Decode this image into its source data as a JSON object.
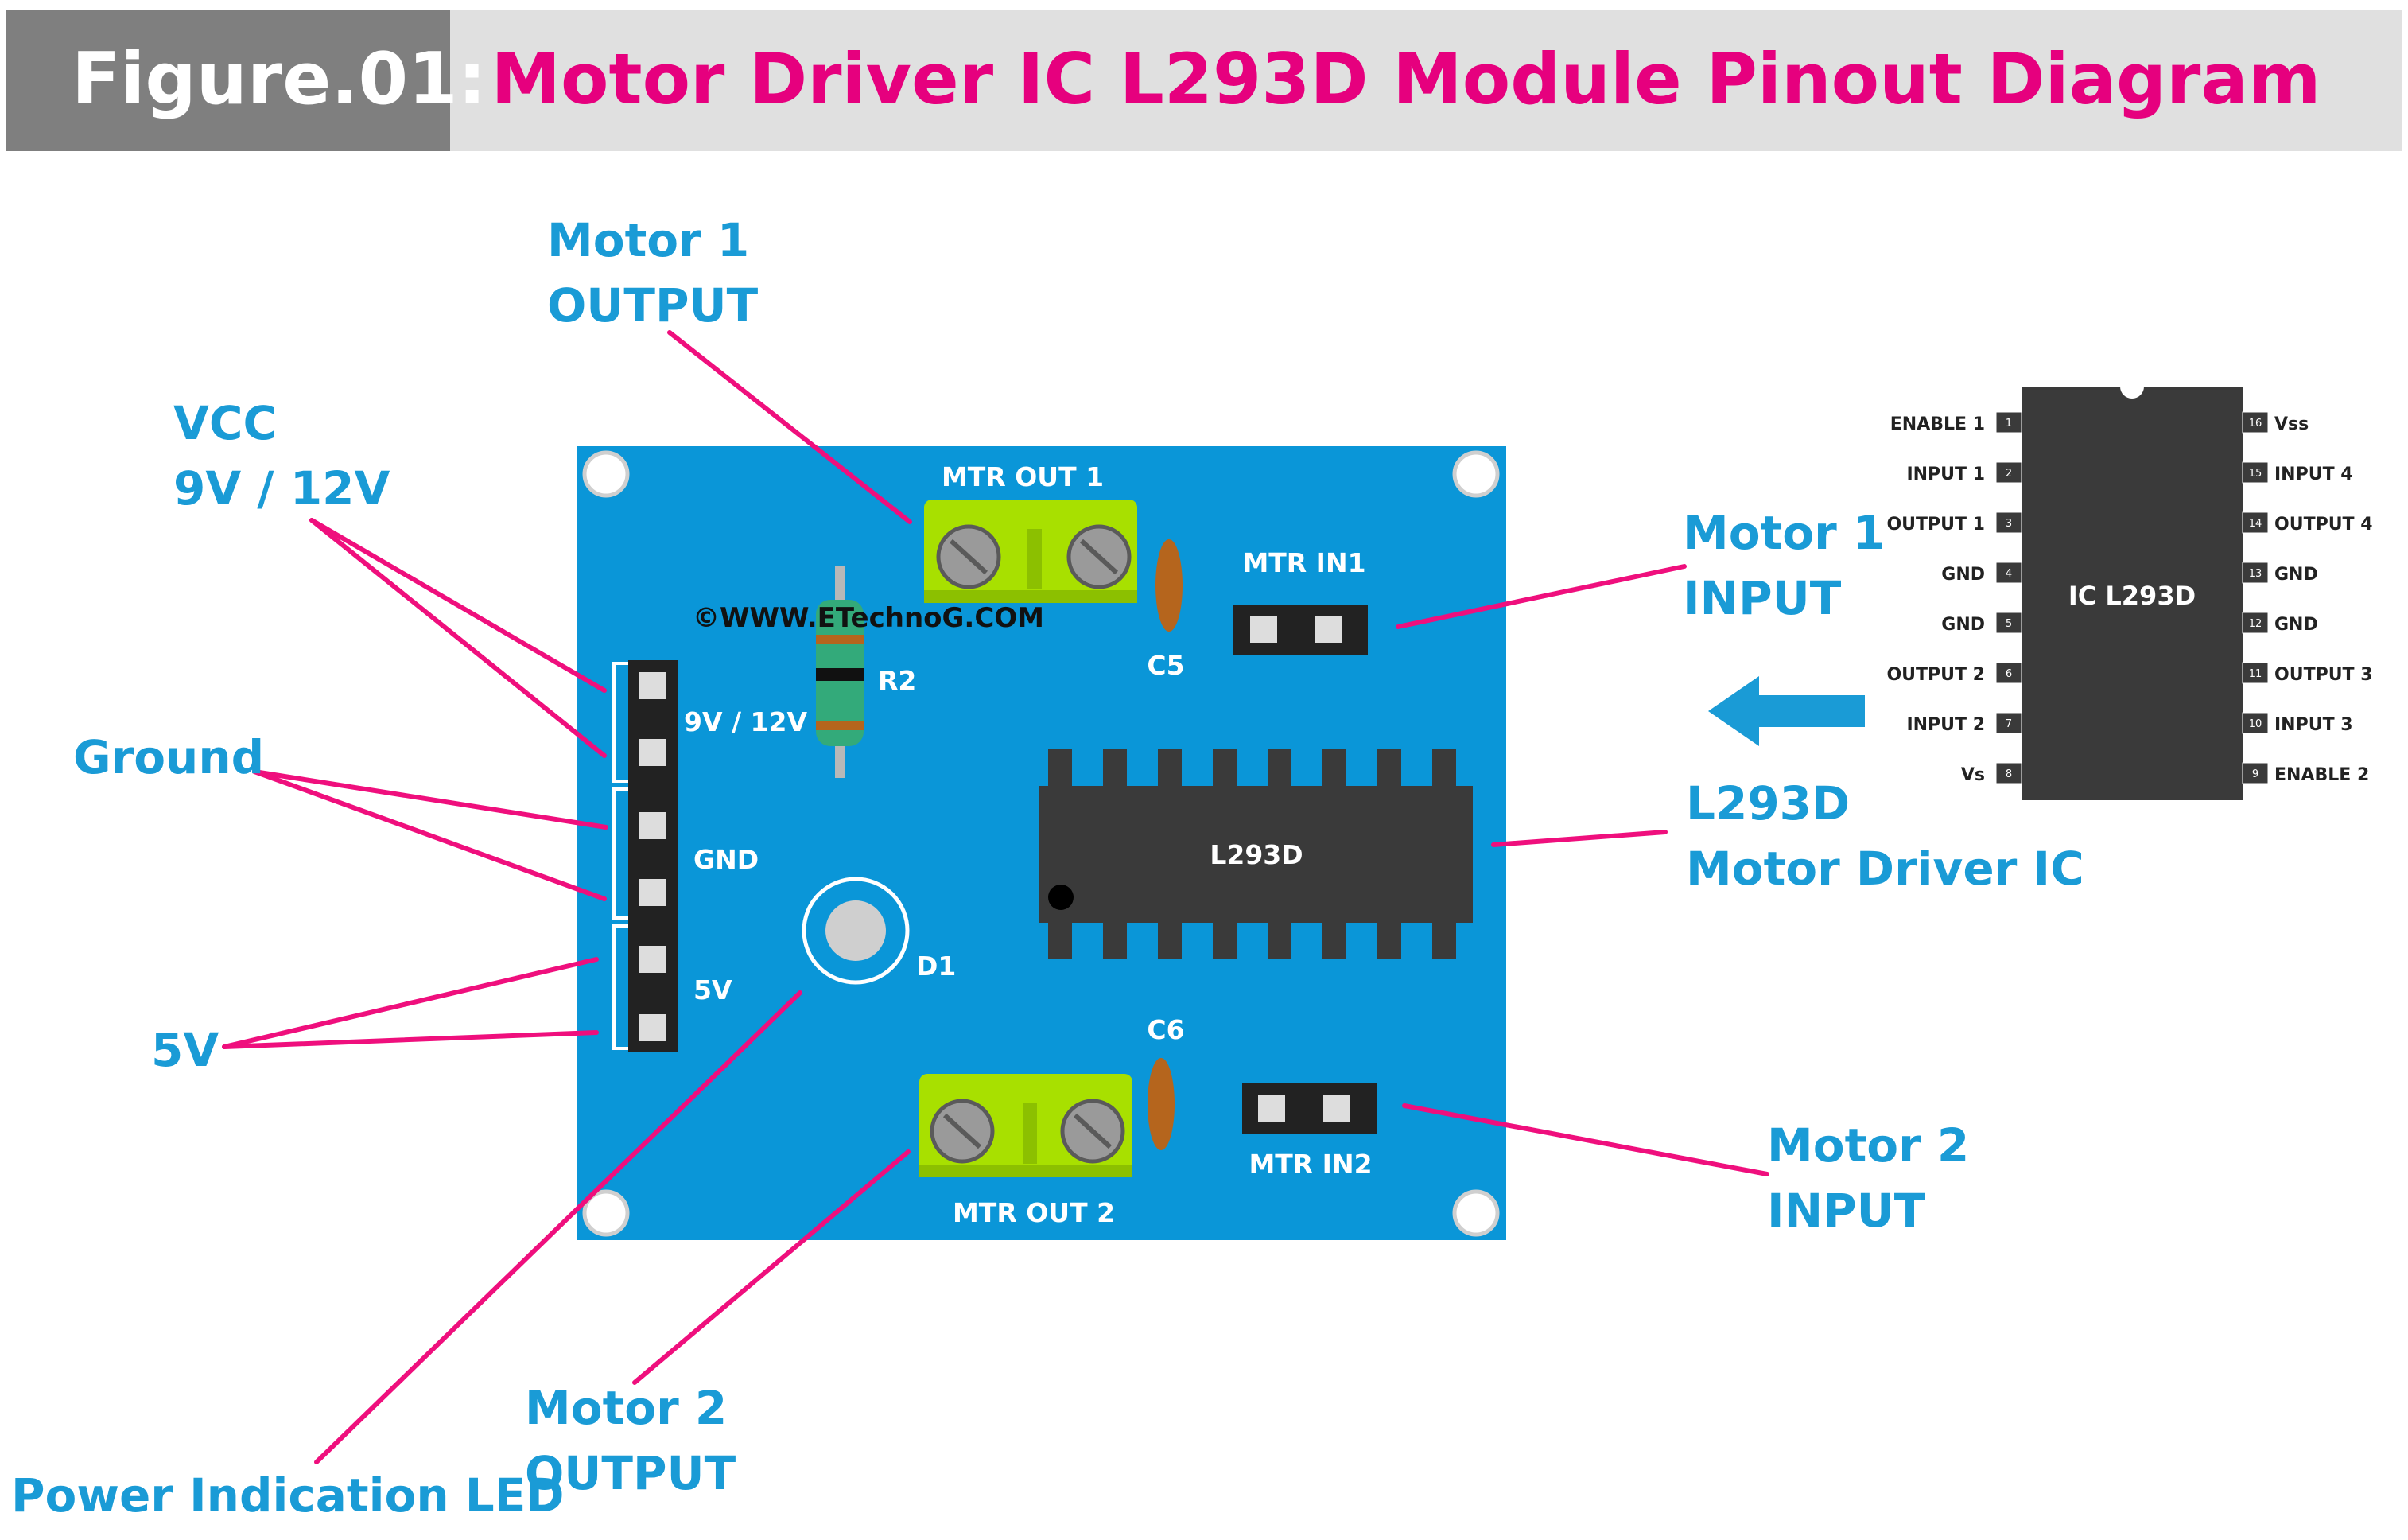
{
  "header": {
    "figure_label": "Figure.01:",
    "title": "Motor Driver IC L293D Module Pinout Diagram"
  },
  "labels": {
    "motor1_output": [
      "Motor 1",
      "OUTPUT"
    ],
    "vcc": [
      "VCC",
      "9V / 12V"
    ],
    "ground": "Ground",
    "five_v": "5V",
    "power_led": "Power Indication LED",
    "motor2_output": [
      "Motor 2",
      "OUTPUT"
    ],
    "motor1_input": [
      "Motor 1",
      "INPUT"
    ],
    "l293d": [
      "L293D",
      "Motor Driver IC"
    ],
    "motor2_input": [
      "Motor 2",
      "INPUT"
    ]
  },
  "board": {
    "mtr_out1": "MTR OUT 1",
    "mtr_out2": "MTR OUT 2",
    "mtr_in1": "MTR IN1",
    "mtr_in2": "MTR IN2",
    "watermark": "©WWW.ETechnoG.COM",
    "r2": "R2",
    "c5": "C5",
    "c6": "C6",
    "d1": "D1",
    "hdr_9v": "9V / 12V",
    "hdr_gnd": "GND",
    "hdr_5v": "5V",
    "ic_label": "L293D"
  },
  "ic_pinout": {
    "chip_label": "IC L293D",
    "left_pins": [
      {
        "num": "1",
        "name": "ENABLE 1"
      },
      {
        "num": "2",
        "name": "INPUT 1"
      },
      {
        "num": "3",
        "name": "OUTPUT 1"
      },
      {
        "num": "4",
        "name": "GND"
      },
      {
        "num": "5",
        "name": "GND"
      },
      {
        "num": "6",
        "name": "OUTPUT 2"
      },
      {
        "num": "7",
        "name": "INPUT 2"
      },
      {
        "num": "8",
        "name": "Vs"
      }
    ],
    "right_pins": [
      {
        "num": "16",
        "name": "Vss"
      },
      {
        "num": "15",
        "name": "INPUT 4"
      },
      {
        "num": "14",
        "name": "OUTPUT 4"
      },
      {
        "num": "13",
        "name": "GND"
      },
      {
        "num": "12",
        "name": "GND"
      },
      {
        "num": "11",
        "name": "OUTPUT 3"
      },
      {
        "num": "10",
        "name": "INPUT 3"
      },
      {
        "num": "9",
        "name": "ENABLE 2"
      }
    ]
  },
  "colors": {
    "header_label_bg": "#7f7f7f",
    "header_bar_bg": "#e0e0e0",
    "title": "#e6007e",
    "caption": "#1a9bd6",
    "leader": "#ef0f7d",
    "board": "#0a96d8",
    "terminal": "#a8e000",
    "chip": "#3a3a3a"
  }
}
